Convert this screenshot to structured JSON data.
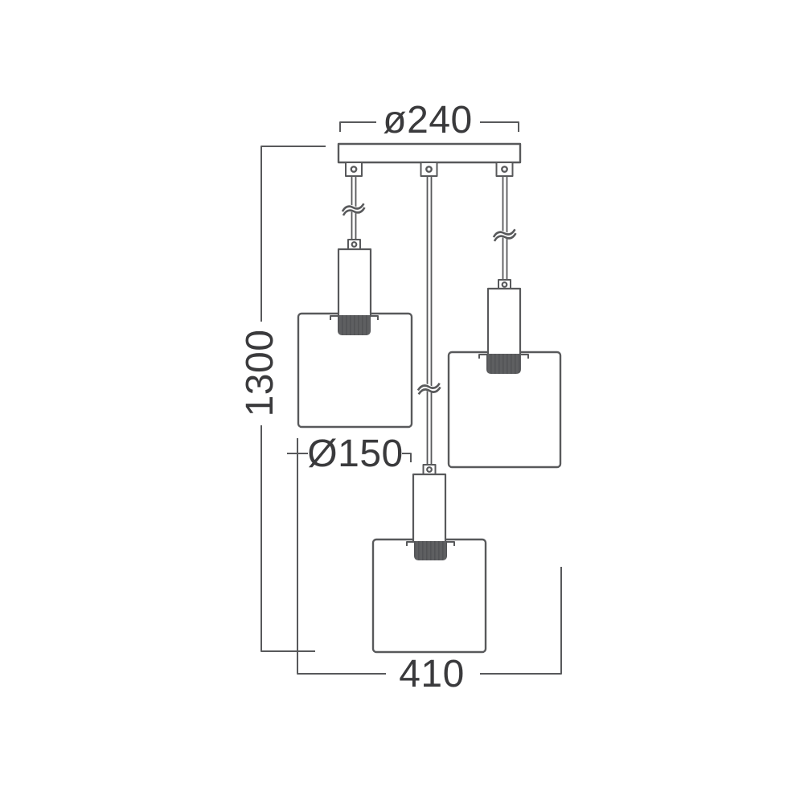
{
  "drawing": {
    "kind": "pendant-luminaire-dimension-drawing",
    "lamp_count": 3,
    "background": "#ffffff"
  },
  "colors": {
    "line": "#58595B",
    "label_text": "#3A3A3C",
    "socket_fill": "#5E5F61",
    "socket_stripe": "#525356"
  },
  "dimensions": {
    "canopy_diameter": {
      "label": "ø240",
      "value": 240
    },
    "overall_height": {
      "label": "1300",
      "value": 1300
    },
    "shade_diameter": {
      "label": "Ø150",
      "value": 150
    },
    "overall_width": {
      "label": "410",
      "value": 410
    }
  }
}
